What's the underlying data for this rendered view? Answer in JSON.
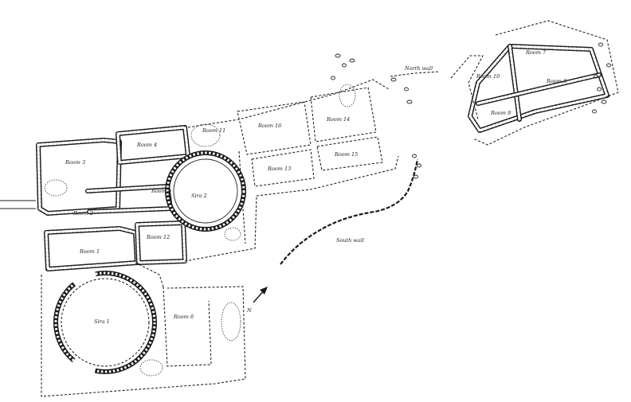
{
  "labels": {
    "room1": "Room 1",
    "room2": "Room 2",
    "room3": "Room 3",
    "room4": "Room 4",
    "room5": "Room 5",
    "room6": "Room 6",
    "room7": "Room 7",
    "room8": "Room 8",
    "room9": "Room 9",
    "room10": "Room 10",
    "room11": "Room 11",
    "room12": "Room 12",
    "room13": "Room 13",
    "room14": "Room 14",
    "room15": "Room 15",
    "room16": "Room 16",
    "sira1": "Sira 1",
    "sira2": "Sira 2",
    "north_wall": "North wall",
    "south_wall": "South wall",
    "north_arrow": "N"
  },
  "colors": {
    "ink": "#1a1a1a",
    "paper": "#ffffff"
  }
}
